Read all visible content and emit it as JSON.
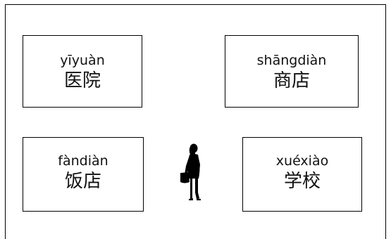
{
  "places": {
    "hospital": {
      "pinyin": "yīyuàn",
      "hanzi": "医院"
    },
    "store": {
      "pinyin": "shāngdiàn",
      "hanzi": "商店"
    },
    "restaurant": {
      "pinyin": "fàndiàn",
      "hanzi": "饭店"
    },
    "school": {
      "pinyin": "xuéxiào",
      "hanzi": "学校"
    }
  },
  "figure": {
    "icon": "person-silhouette-icon"
  }
}
